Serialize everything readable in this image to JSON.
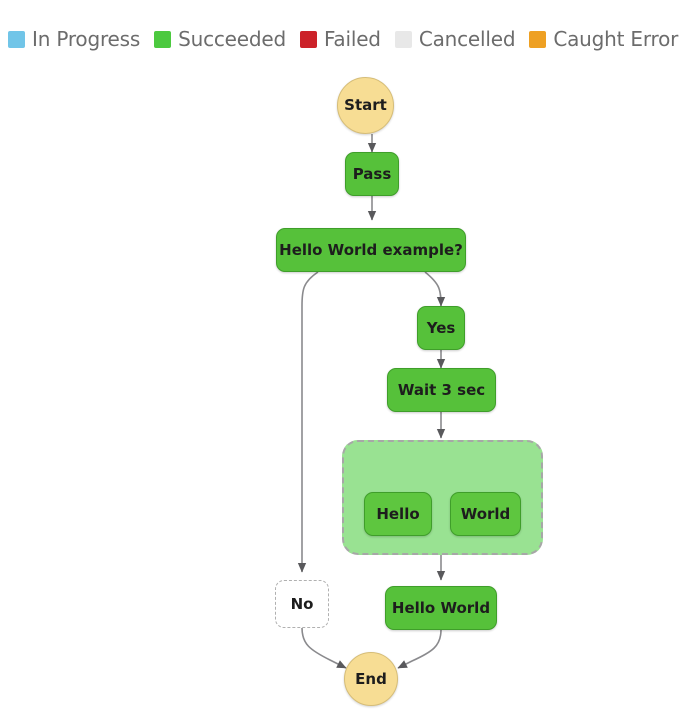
{
  "legend": {
    "items": [
      {
        "label": "In Progress",
        "color": "#71c5e8",
        "name": "legend-in-progress"
      },
      {
        "label": "Succeeded",
        "color": "#4cc93f",
        "name": "legend-succeeded"
      },
      {
        "label": "Failed",
        "color": "#cc2229",
        "name": "legend-failed"
      },
      {
        "label": "Cancelled",
        "color": "#e8e8e8",
        "name": "legend-cancelled"
      },
      {
        "label": "Caught Error",
        "color": "#eea023",
        "name": "legend-caught-error"
      }
    ]
  },
  "graph": {
    "title": "state-machine-execution-graph",
    "nodes": {
      "start": {
        "label": "Start",
        "status": "Caught Error"
      },
      "pass": {
        "label": "Pass",
        "status": "Succeeded"
      },
      "choice": {
        "label": "Hello World example?",
        "status": "Succeeded"
      },
      "yes": {
        "label": "Yes",
        "status": "Succeeded"
      },
      "wait": {
        "label": "Wait 3 sec",
        "status": "Succeeded"
      },
      "parallel": {
        "label": "",
        "status": "Succeeded"
      },
      "hello": {
        "label": "Hello",
        "status": "Succeeded"
      },
      "world": {
        "label": "World",
        "status": "Succeeded"
      },
      "no": {
        "label": "No",
        "status": "Cancelled"
      },
      "hello_world": {
        "label": "Hello World",
        "status": "Succeeded"
      },
      "end": {
        "label": "End",
        "status": "Caught Error"
      }
    },
    "edges": [
      {
        "from": "start",
        "to": "pass"
      },
      {
        "from": "pass",
        "to": "choice"
      },
      {
        "from": "choice",
        "to": "no"
      },
      {
        "from": "choice",
        "to": "yes"
      },
      {
        "from": "yes",
        "to": "wait"
      },
      {
        "from": "wait",
        "to": "parallel"
      },
      {
        "from": "parallel",
        "to": "hello"
      },
      {
        "from": "parallel",
        "to": "world"
      },
      {
        "from": "parallel",
        "to": "hello_world"
      },
      {
        "from": "no",
        "to": "end"
      },
      {
        "from": "hello_world",
        "to": "end"
      }
    ]
  }
}
